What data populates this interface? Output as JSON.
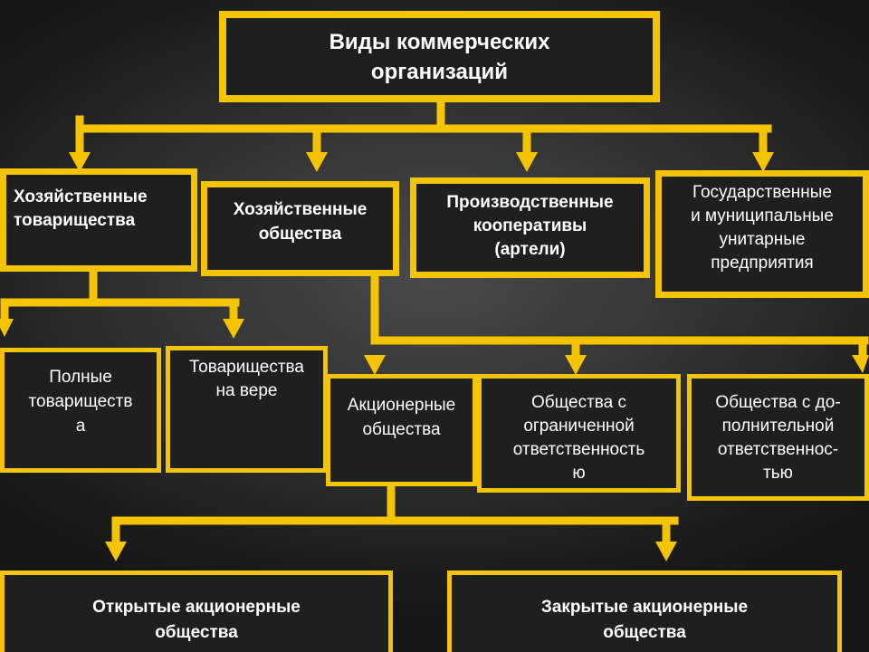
{
  "colors": {
    "accent": "#f5c400",
    "box_fill": "#1f1f1f",
    "text": "#ffffff"
  },
  "root": {
    "label": "Виды коммерческих\nорганизаций"
  },
  "level1": [
    {
      "label": "Хозяйственные\nтоварищества"
    },
    {
      "label": "Хозяйственные\nобщества"
    },
    {
      "label": "Производственные\nкооперативы\n(артели)"
    },
    {
      "label": "Государственные\nи муниципальные\nунитарные\nпредприятия"
    }
  ],
  "partnerships": [
    {
      "label": "Полные\nтовариществ\nа"
    },
    {
      "label": "Товарищества\nна вере"
    }
  ],
  "companies": [
    {
      "label": "Акционерные\nобщества"
    },
    {
      "label": "Общества с\nограниченной\nответственность\nю"
    },
    {
      "label": "Общества с до-\nполнительной\nответственнос-\nтью"
    }
  ],
  "joint_stock": [
    {
      "label": "Открытые акционерные\nобщества"
    },
    {
      "label": "Закрытые акционерные\nобщества"
    }
  ]
}
